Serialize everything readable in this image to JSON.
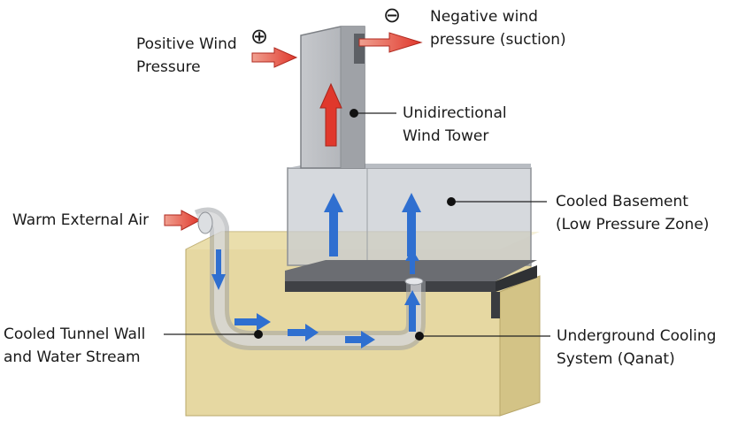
{
  "labels": {
    "positive_wind": [
      "Positive Wind",
      "Pressure"
    ],
    "negative_wind": [
      "Negative wind",
      "pressure (suction)"
    ],
    "wind_tower": [
      "Unidirectional",
      "Wind Tower"
    ],
    "basement": [
      "Cooled Basement",
      "(Low Pressure Zone)"
    ],
    "warm_air": "Warm External Air",
    "tunnel_wall": [
      "Cooled Tunnel Wall",
      "and Water Stream"
    ],
    "qanat": [
      "Underground Cooling",
      "System (Qanat)"
    ]
  },
  "symbols": {
    "positive": "⊕",
    "negative": "⊖"
  },
  "colors": {
    "ground": "#e6d8a2",
    "ground_dark": "#c9b97c",
    "basement_glass": "#c5c9cf",
    "tower": "#b3b6bb",
    "slab": "#4a4c50",
    "arrow_red": "#e0382c",
    "arrow_blue": "#2f6fd0",
    "tunnel": "#b9bcc0"
  }
}
